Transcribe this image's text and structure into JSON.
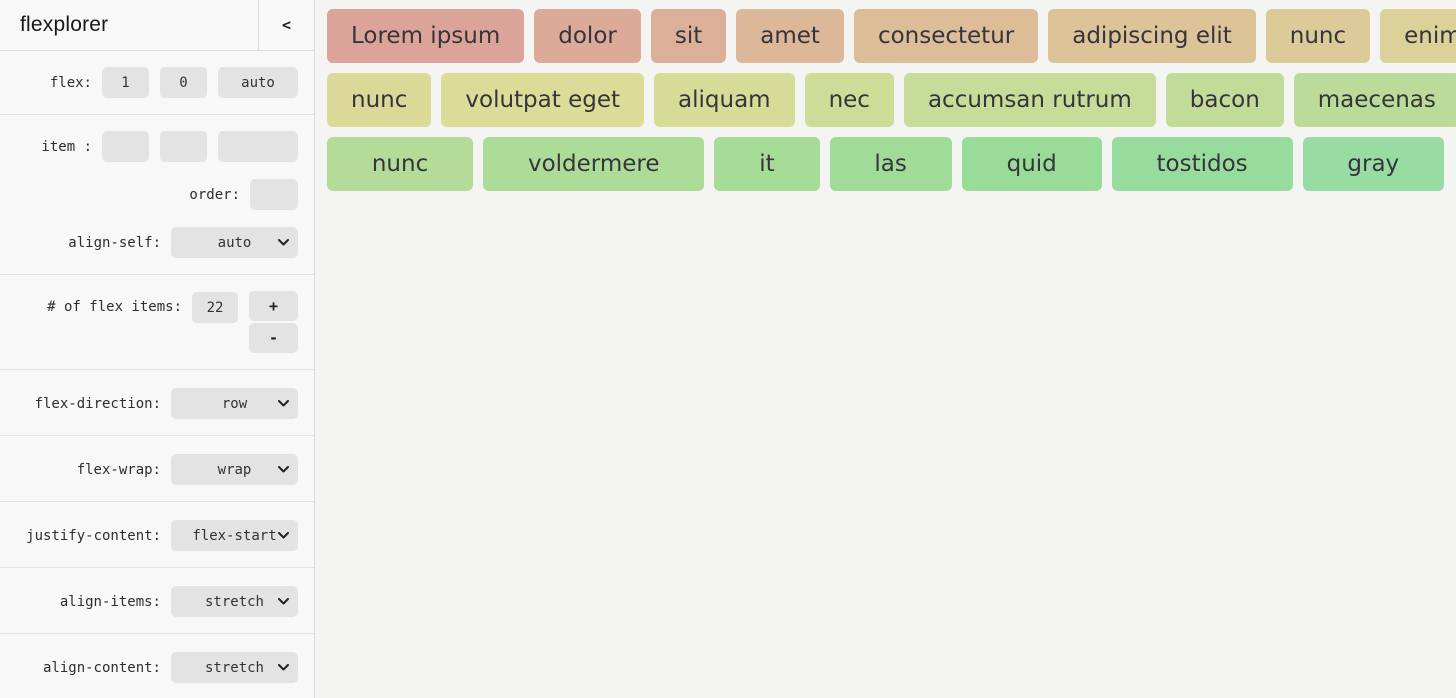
{
  "sidebar": {
    "title": "flexplorer",
    "collapse_label": "<",
    "flex_row": {
      "label": "flex:",
      "grow": "1",
      "shrink": "0",
      "basis": "auto"
    },
    "item_row": {
      "label": "item :",
      "grow": "",
      "shrink": "",
      "basis": ""
    },
    "order_row": {
      "label": "order:",
      "value": ""
    },
    "align_self": {
      "label": "align-self:",
      "value": "auto"
    },
    "count_row": {
      "label": "# of flex items:",
      "value": "22",
      "increment": "+",
      "decrement": "-"
    },
    "flex_direction": {
      "label": "flex-direction:",
      "value": "row"
    },
    "flex_wrap": {
      "label": "flex-wrap:",
      "value": "wrap"
    },
    "justify_content": {
      "label": "justify-content:",
      "value": "flex-start"
    },
    "align_items": {
      "label": "align-items:",
      "value": "stretch"
    },
    "align_content": {
      "label": "align-content:",
      "value": "stretch"
    }
  },
  "main": {
    "rows": [
      {
        "items": [
          {
            "label": "Lorem ipsum",
            "color": "#dca398"
          },
          {
            "label": "dolor",
            "color": "#dcaa98"
          },
          {
            "label": "sit",
            "color": "#dcb098"
          },
          {
            "label": "amet",
            "color": "#dcb798"
          },
          {
            "label": "consectetur",
            "color": "#dcbd98"
          },
          {
            "label": "adipiscing elit",
            "color": "#dcc498"
          },
          {
            "label": "nunc",
            "color": "#dcca98"
          },
          {
            "label": "enim",
            "color": "#dcd198"
          }
        ]
      },
      {
        "items": [
          {
            "label": "nunc",
            "color": "#dcd898"
          },
          {
            "label": "volutpat eget",
            "color": "#dbdc98"
          },
          {
            "label": "aliquam",
            "color": "#d4dc98"
          },
          {
            "label": "nec",
            "color": "#cedc98"
          },
          {
            "label": "accumsan rutrum",
            "color": "#c7dc98"
          },
          {
            "label": "bacon",
            "color": "#c1dc98"
          },
          {
            "label": "maecenas",
            "color": "#badc98"
          }
        ]
      },
      {
        "items": [
          {
            "label": "nunc",
            "color": "#b4dc98"
          },
          {
            "label": "voldermere",
            "color": "#addc98"
          },
          {
            "label": "it",
            "color": "#a6dc98"
          },
          {
            "label": "las",
            "color": "#a0dc98"
          },
          {
            "label": "quid",
            "color": "#99dc98"
          },
          {
            "label": "tostidos",
            "color": "#98dc9d"
          },
          {
            "label": "gray",
            "color": "#98dca3"
          }
        ]
      }
    ]
  },
  "theme": {
    "sidebar_bg": "#f8f8f8",
    "main_bg": "#f4f4f3",
    "control_bg": "#e3e3e3",
    "border": "#dcdcdc",
    "item_text": "#35353b"
  }
}
